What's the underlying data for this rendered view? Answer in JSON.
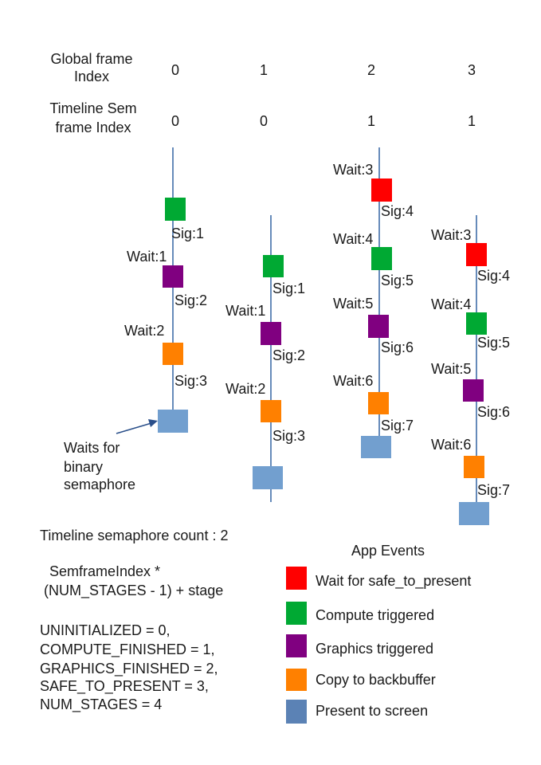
{
  "header": {
    "global_label_line1": "Global frame",
    "global_label_line2": "Index",
    "timeline_label_line1": "Timeline Sem",
    "timeline_label_line2": "frame Index",
    "global_values": [
      "0",
      "1",
      "2",
      "3"
    ],
    "timeline_values": [
      "0",
      "0",
      "1",
      "1"
    ]
  },
  "timelines": [
    {
      "events": [
        {
          "type": "compute",
          "before": "",
          "after": "Sig:1"
        },
        {
          "type": "graphics",
          "before": "Wait:1",
          "after": "Sig:2"
        },
        {
          "type": "copy",
          "before": "Wait:2",
          "after": "Sig:3"
        },
        {
          "type": "present",
          "before": "",
          "after": ""
        }
      ]
    },
    {
      "events": [
        {
          "type": "compute",
          "before": "",
          "after": "Sig:1"
        },
        {
          "type": "graphics",
          "before": "Wait:1",
          "after": "Sig:2"
        },
        {
          "type": "copy",
          "before": "Wait:2",
          "after": "Sig:3"
        },
        {
          "type": "present",
          "before": "",
          "after": ""
        }
      ]
    },
    {
      "events": [
        {
          "type": "safe",
          "before": "Wait:3",
          "after": "Sig:4"
        },
        {
          "type": "compute",
          "before": "Wait:4",
          "after": "Sig:5"
        },
        {
          "type": "graphics",
          "before": "Wait:5",
          "after": "Sig:6"
        },
        {
          "type": "copy",
          "before": "Wait:6",
          "after": "Sig:7"
        },
        {
          "type": "present",
          "before": "",
          "after": ""
        }
      ]
    },
    {
      "events": [
        {
          "type": "safe",
          "before": "Wait:3",
          "after": "Sig:4"
        },
        {
          "type": "compute",
          "before": "Wait:4",
          "after": "Sig:5"
        },
        {
          "type": "graphics",
          "before": "Wait:5",
          "after": "Sig:6"
        },
        {
          "type": "copy",
          "before": "Wait:6",
          "after": "Sig:7"
        },
        {
          "type": "present",
          "before": "",
          "after": ""
        }
      ]
    }
  ],
  "annotation": {
    "lines": [
      "Waits for",
      "binary",
      "semaphore"
    ]
  },
  "notes": {
    "count_text": "Timeline semaphore count : 2",
    "formula_line1": "SemframeIndex *",
    "formula_line2": "(NUM_STAGES - 1) + stage",
    "enum_lines": [
      "UNINITIALIZED = 0,",
      "COMPUTE_FINISHED = 1,",
      "GRAPHICS_FINISHED = 2,",
      "SAFE_TO_PRESENT = 3,",
      "NUM_STAGES = 4"
    ]
  },
  "legend": {
    "title": "App Events",
    "items": [
      {
        "type": "safe",
        "label": "Wait for safe_to_present"
      },
      {
        "type": "compute",
        "label": "Compute triggered"
      },
      {
        "type": "graphics",
        "label": "Graphics triggered"
      },
      {
        "type": "copy",
        "label": "Copy to backbuffer"
      },
      {
        "type": "present",
        "label": "Present to screen"
      }
    ]
  },
  "colors": {
    "safe": "#ff0000",
    "compute": "#00a933",
    "graphics": "#800080",
    "copy": "#ff8000",
    "present": "#729fcf",
    "line": "#3465a4",
    "arrow": "#2a4f8a"
  }
}
